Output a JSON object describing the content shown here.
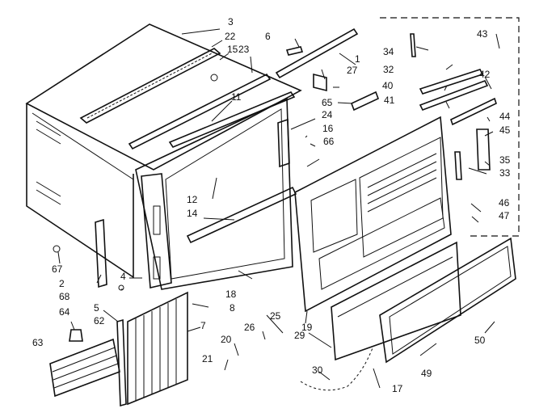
{
  "part_numbers": [
    "3",
    "22",
    "15",
    "23",
    "11",
    "12",
    "14",
    "67",
    "2",
    "68",
    "4",
    "5",
    "64",
    "62",
    "63",
    "7",
    "18",
    "8",
    "26",
    "25",
    "20",
    "21",
    "30",
    "17",
    "19",
    "29",
    "49",
    "50",
    "6",
    "1",
    "27",
    "65",
    "24",
    "16",
    "66",
    "32",
    "34",
    "43",
    "40",
    "42",
    "41",
    "44",
    "45",
    "35",
    "33",
    "46",
    "47"
  ]
}
